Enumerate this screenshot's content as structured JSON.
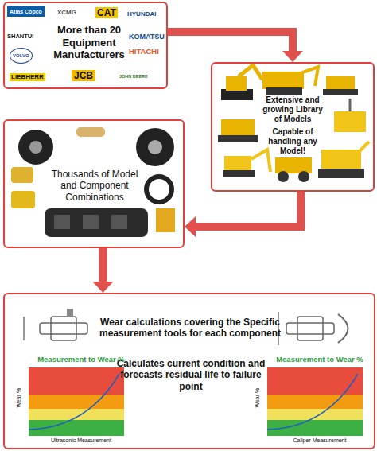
{
  "diagram": {
    "nodes": [
      {
        "text": [
          "More than 20 Equipment Manufacturers"
        ]
      },
      {
        "text": [
          "Extensive and growing Library of Models",
          "Capable of handling any Model!"
        ]
      },
      {
        "text": [
          "Thousands of Model and Component Combinations"
        ]
      },
      {
        "text": [
          "Wear calculations covering the Specific measurement tools for each component",
          "Calculates current condition and forecasts residual life to failure point"
        ]
      },
      {
        "text": [
          "Measurement to Wear %",
          "Wear %",
          "Ultrasonic Measurement"
        ],
        "in": 3
      },
      {
        "text": [
          "Measurement to Wear %",
          "Wear %",
          "Caliper Measurement"
        ],
        "in": 3
      }
    ],
    "edges": [
      {
        "from": 0,
        "to": 1,
        "arrow": "to"
      },
      {
        "from": 1,
        "to": 2,
        "arrow": "to"
      },
      {
        "from": 2,
        "to": 3,
        "arrow": "to"
      }
    ],
    "labels": [
      "Atlas Copco",
      "XCMG",
      "CAT",
      "HYUNDAI",
      "SHANTUI",
      "VOLVO",
      "KOMATSU",
      "HITACHI",
      "LIEBHERR",
      "JCB",
      "JOHN DEERE"
    ]
  }
}
